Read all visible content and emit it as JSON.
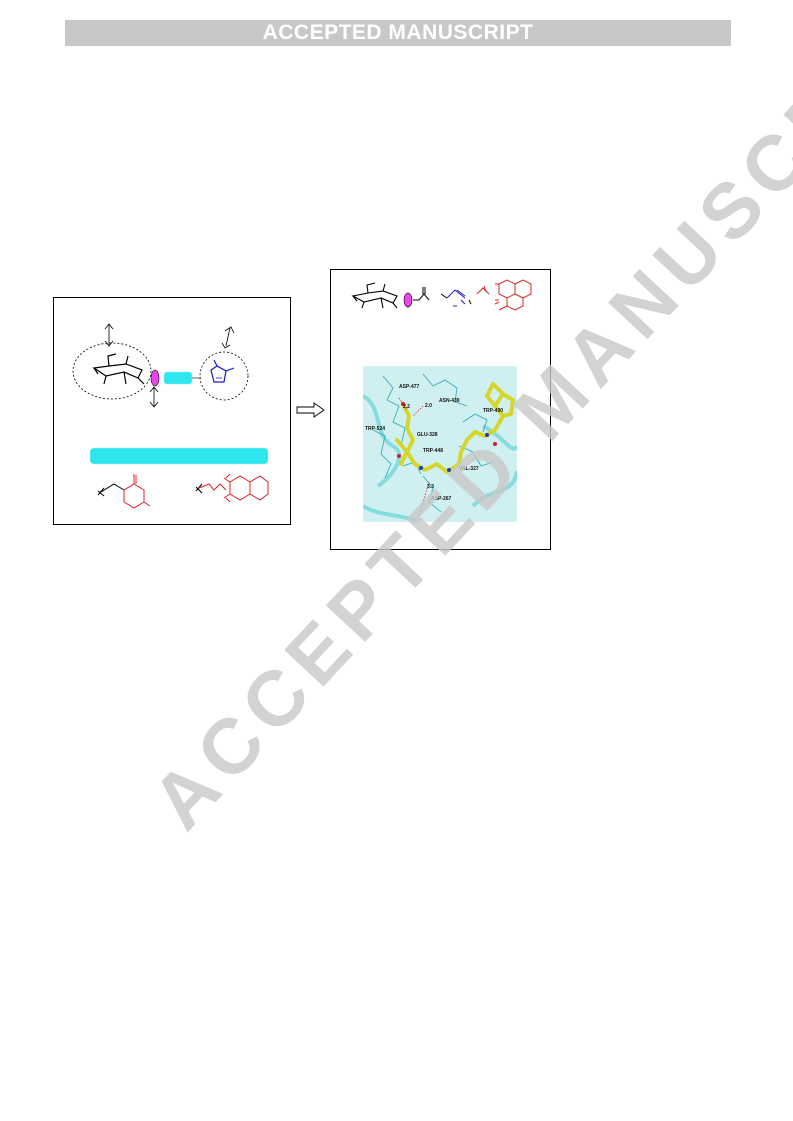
{
  "header": {
    "banner_text": "ACCEPTED MANUSCRIPT"
  },
  "watermark": {
    "text": "ACCEPTED MANUSCRIPT"
  },
  "colors": {
    "banner_bg": "#c8c8c8",
    "cyan": "#2ee6ee",
    "magenta": "#ee44ee",
    "red": "#e02020",
    "blue": "#1a1acc",
    "ligand": "#e6e63a"
  },
  "docking": {
    "residues": [
      "ASP-477",
      "ASN-439",
      "TRP-490",
      "TRP-524",
      "GLU-328",
      "TRP-448",
      "VAL-327",
      "ASP-267"
    ],
    "distances": [
      "2.2",
      "2.0",
      "3.3"
    ]
  }
}
